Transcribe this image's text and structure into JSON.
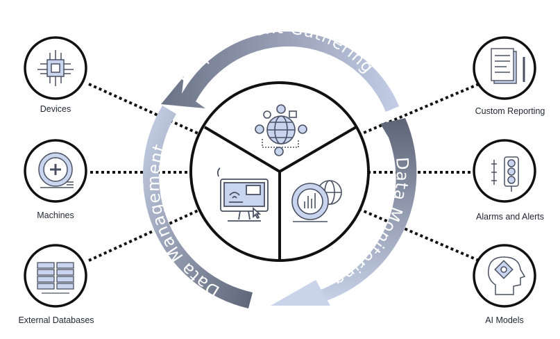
{
  "cycle": {
    "top_label": "Requirement Gathering",
    "right_label": "Data Monitoring",
    "left_label": "Data Management"
  },
  "sources": [
    {
      "label": "Devices",
      "icon": "microchip-icon"
    },
    {
      "label": "Machines",
      "icon": "machine-icon"
    },
    {
      "label": "External Databases",
      "icon": "database-servers-icon"
    }
  ],
  "outputs": [
    {
      "label": "Custom Reporting",
      "icon": "report-document-icon"
    },
    {
      "label": "Alarms and Alerts",
      "icon": "traffic-light-icon"
    },
    {
      "label": "AI Models",
      "icon": "ai-head-icon"
    }
  ],
  "colors": {
    "arrow_dark": "#5c6476",
    "arrow_light": "#c9d3ea",
    "icon_fill": "#c9d4ee",
    "icon_stroke": "#4a5062",
    "connector": "#111111"
  }
}
